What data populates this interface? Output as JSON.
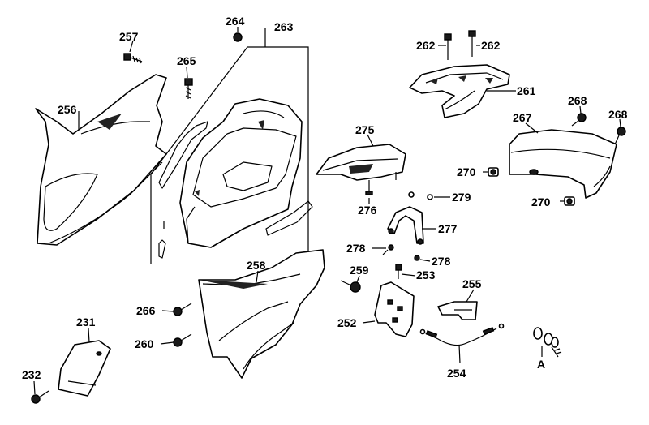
{
  "labels": {
    "l257": "257",
    "l265": "265",
    "l264": "264",
    "l263": "263",
    "l262a": "262",
    "l262b": "262",
    "l261": "261",
    "l256": "256",
    "l268a": "268",
    "l268b": "268",
    "l267": "267",
    "l275": "275",
    "l270a": "270",
    "l270b": "270",
    "l279": "279",
    "l276": "276",
    "l277": "277",
    "l278a": "278",
    "l278b": "278",
    "l258": "258",
    "l259": "259",
    "l253": "253",
    "l255": "255",
    "l266": "266",
    "l252": "252",
    "l231": "231",
    "l260": "260",
    "l254": "254",
    "l232": "232",
    "lA": "A"
  }
}
